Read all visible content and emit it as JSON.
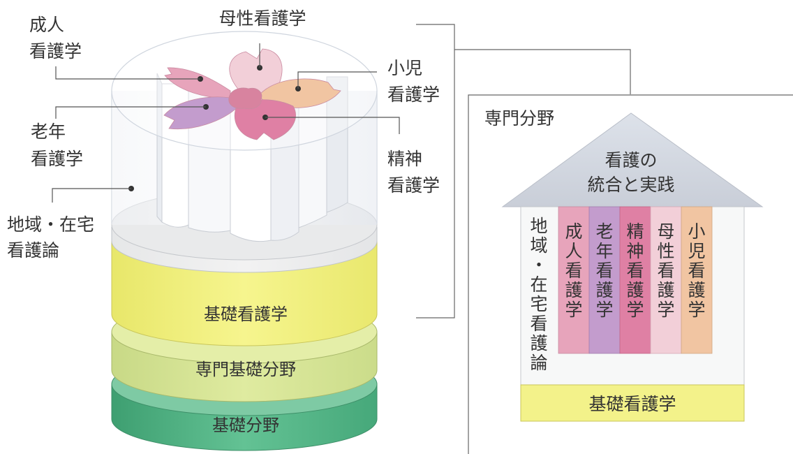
{
  "cylinder": {
    "petal_labels": {
      "adult": [
        "成人",
        "看護学"
      ],
      "maternal": [
        "母性看護学"
      ],
      "pediatric": [
        "小児",
        "看護学"
      ],
      "gerontological": [
        "老年",
        "看護学"
      ],
      "psychiatric": [
        "精神",
        "看護学"
      ],
      "community": [
        "地域・在宅",
        "看護論"
      ]
    },
    "layers": {
      "basic_nursing": "基礎看護学",
      "specialized_basic": "専門基礎分野",
      "basic_field": "基礎分野"
    }
  },
  "house": {
    "section_title": "専門分野",
    "roof": [
      "看護の",
      "統合と実践"
    ],
    "community_column": "地域・在宅看護論",
    "columns": [
      "成人看護学",
      "老年看護学",
      "精神看護学",
      "母性看護学",
      "小児看護学"
    ],
    "foundation": "基礎看護学"
  },
  "colors": {
    "adult": "#e7a4bb",
    "gerontological": "#c39ccd",
    "psychiatric": "#df80a4",
    "maternal": "#f2cfd8",
    "pediatric": "#f1c5a2",
    "basic_nursing": "#f1f07e",
    "specialized_basic": "#d9e694",
    "basic_field": "#5dbb8c"
  }
}
